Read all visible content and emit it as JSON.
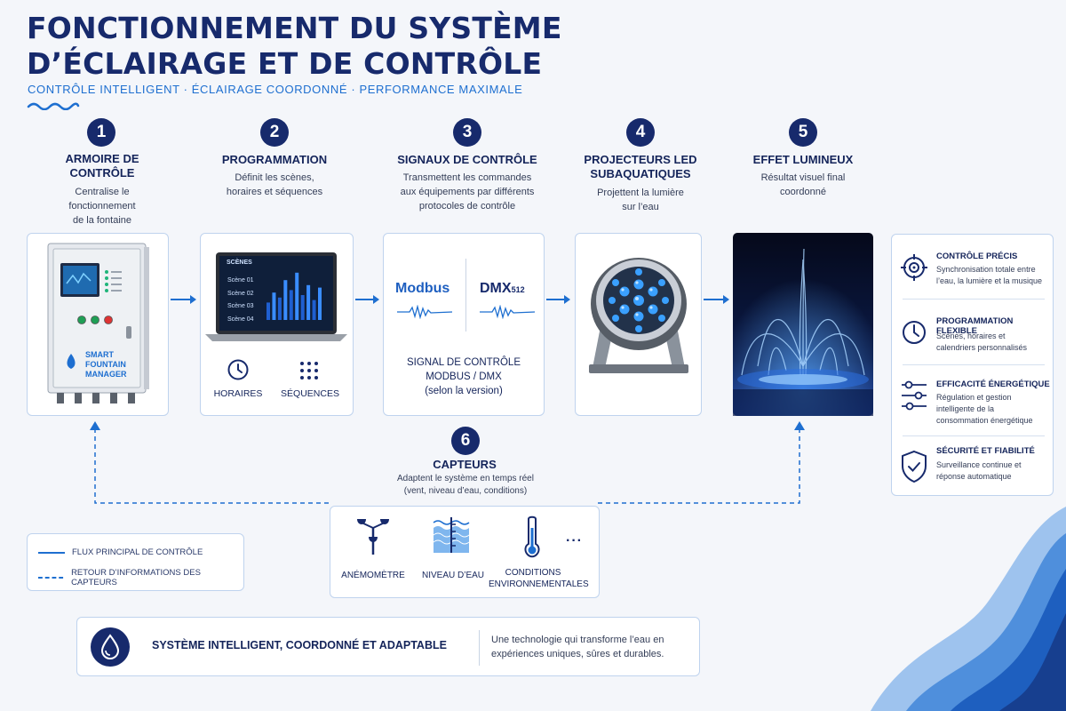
{
  "title": {
    "line1": "FONCTIONNEMENT DU SYSTÈME",
    "line2": "D’ÉCLAIRAGE ET DE CONTRÔLE"
  },
  "subtitle": "CONTRÔLE INTELLIGENT · ÉCLAIRAGE COORDONNÉ · PERFORMANCE MAXIMALE",
  "steps": [
    {
      "num": "1",
      "title1": "ARMOIRE DE",
      "title2": "CONTRÔLE",
      "desc1": "Centralise le",
      "desc2": "fonctionnement",
      "desc3": "de la fontaine"
    },
    {
      "num": "2",
      "title1": "PROGRAMMATION",
      "desc1": "Définit les scènes,",
      "desc2": "horaires et séquences"
    },
    {
      "num": "3",
      "title1": "SIGNAUX DE CONTRÔLE",
      "desc1": "Transmettent les commandes",
      "desc2": "aux équipements par différents",
      "desc3": "protocoles de contrôle"
    },
    {
      "num": "4",
      "title1": "PROJECTEURS LED",
      "title2": "SUBAQUATIQUES",
      "desc1": "Projettent la lumière",
      "desc2": "sur l’eau"
    },
    {
      "num": "5",
      "title1": "EFFET LUMINEUX",
      "desc1": "Résultat visuel final",
      "desc2": "coordonné"
    }
  ],
  "cabinet": {
    "brand1": "SMART",
    "brand2": "FOUNTAIN",
    "brand3": "MANAGER"
  },
  "laptop": {
    "header": "SCÈNES",
    "scenes": [
      "Scène 01",
      "Scène 02",
      "Scène 03",
      "Scène 04"
    ],
    "bars": [
      0.35,
      0.55,
      0.45,
      0.8,
      0.6,
      0.95,
      0.5,
      0.7,
      0.4,
      0.65
    ]
  },
  "prog_icons": {
    "schedule": "HORAIRES",
    "sequences": "SÉQUENCES"
  },
  "signal": {
    "modbus": "Modbus",
    "dmx": "DMX",
    "dmx_sub": "512",
    "line1": "SIGNAL DE CONTRÔLE",
    "line2": "MODBUS / DMX",
    "line3": "(selon la version)"
  },
  "sensors": {
    "num": "6",
    "title": "CAPTEURS",
    "desc1": "Adaptent le système en temps réel",
    "desc2": "(vent, niveau d’eau, conditions)",
    "items": [
      "ANÉMOMÈTRE",
      "NIVEAU D’EAU",
      "CONDITIONS",
      "ENVIRONNEMENTALES"
    ],
    "more": "···"
  },
  "side_panel": [
    {
      "title": "CONTRÔLE PRÉCIS",
      "d1": "Synchronisation totale entre",
      "d2": "l’eau, la lumière et la musique",
      "icon": "target-icon"
    },
    {
      "title": "PROGRAMMATION FLEXIBLE",
      "d1": "Scènes, horaires et",
      "d2": "calendriers personnalisés",
      "icon": "clock-icon"
    },
    {
      "title": "EFFICACITÉ ÉNERGÉTIQUE",
      "d1": "Régulation et gestion",
      "d2": "intelligente de la",
      "d3": "consommation énergétique",
      "icon": "sliders-icon"
    },
    {
      "title": "SÉCURITÉ ET FIABILITÉ",
      "d1": "Surveillance continue et",
      "d2": "réponse automatique",
      "icon": "shield-icon"
    }
  ],
  "legend": {
    "main": "FLUX PRINCIPAL DE CONTRÔLE",
    "feedback": "RETOUR D’INFORMATIONS DES CAPTEURS"
  },
  "footer": {
    "title": "SYSTÈME INTELLIGENT, COORDONNÉ ET ADAPTABLE",
    "desc1": "Une technologie qui transforme l’eau en",
    "desc2": "expériences uniques, sûres et durables."
  },
  "colors": {
    "navy": "#172a6c",
    "accent": "#1e6fd0",
    "border": "#bfd3ee"
  }
}
